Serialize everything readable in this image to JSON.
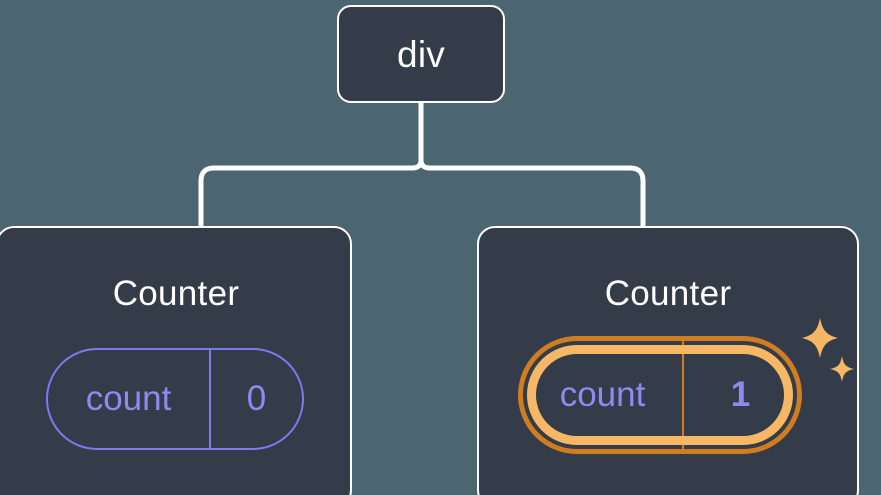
{
  "diagram": {
    "type": "component-tree",
    "title_text": "React component tree with highlighted state update",
    "background_color": "#4b6670",
    "node_fill_color": "#343b49",
    "node_border_color": "#ffffff",
    "edge_color": "#ffffff",
    "state_color": "#7b7bf0",
    "highlight_outer_color": "#cf7d20",
    "highlight_inner_color": "#f7b866",
    "sparkle_color": "#f5b765"
  },
  "nodes": {
    "root": {
      "label": "div"
    },
    "left_child": {
      "title": "Counter",
      "state": {
        "key": "count",
        "value": "0",
        "highlighted": false
      }
    },
    "right_child": {
      "title": "Counter",
      "state": {
        "key": "count",
        "value": "1",
        "highlighted": true
      },
      "sparkle_icon_names": [
        "sparkle-large-icon",
        "sparkle-small-icon"
      ]
    }
  },
  "edges": [
    {
      "from": "root",
      "to": "left_child"
    },
    {
      "from": "root",
      "to": "right_child"
    }
  ]
}
